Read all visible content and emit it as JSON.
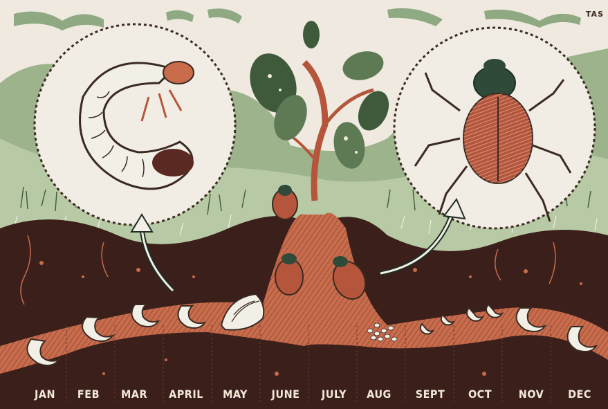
{
  "signature": "TAS",
  "months": [
    "JAN",
    "FEB",
    "MAR",
    "APRIL",
    "MAY",
    "JUNE",
    "JULY",
    "AUG",
    "SEPT",
    "OCT",
    "NOV",
    "DEC"
  ],
  "colors": {
    "paper": "#efe9df",
    "grass": "#9cb38c",
    "grass_dark": "#3f5a3a",
    "soil": "#3b1f1a",
    "soil_light": "#c86c4c",
    "grub": "#f2efe6",
    "beetle_shell": "#b5553b",
    "beetle_head": "#2f4a38"
  },
  "icons": [
    "grub-icon",
    "beetle-icon",
    "pupa-icon",
    "egg-cluster-icon",
    "plant-icon",
    "arrow-icon"
  ]
}
